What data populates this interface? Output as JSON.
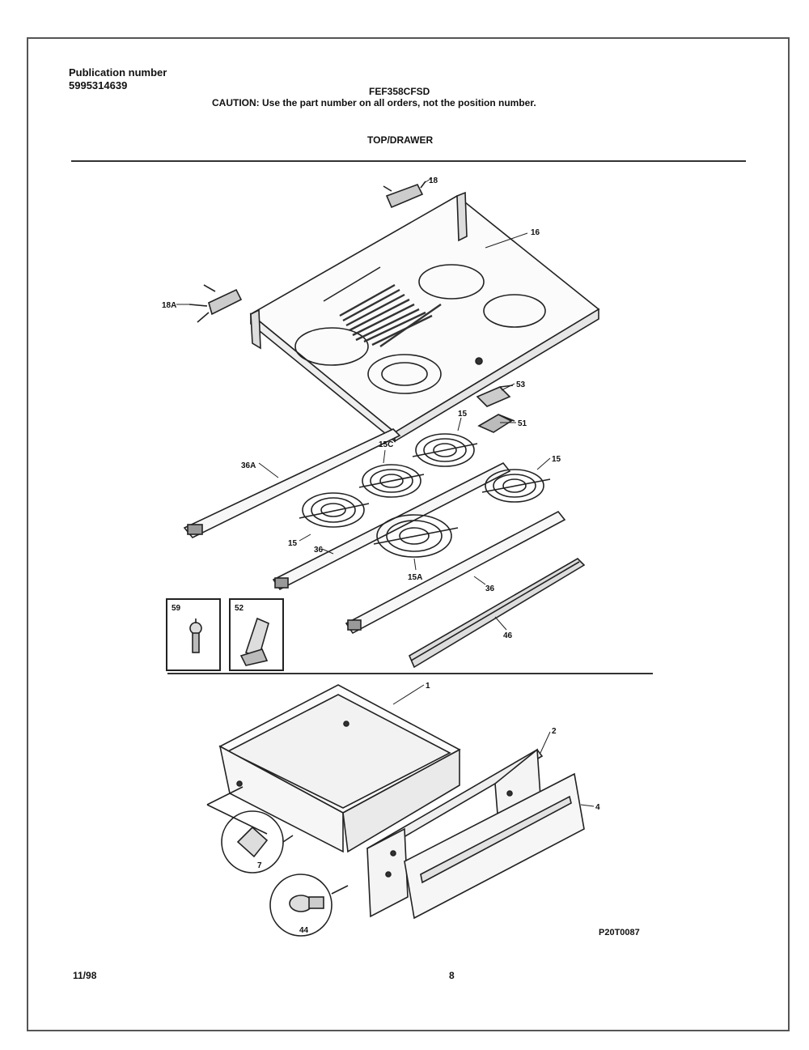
{
  "header": {
    "publication_label": "Publication number",
    "publication_number": "5995314639",
    "model": "FEF358CFSD",
    "caution": "CAUTION: Use the part number on all orders, not the position number.",
    "section_title": "TOP/DRAWER"
  },
  "labels": {
    "p18": "18",
    "p16": "16",
    "p18a": "18A",
    "p53": "53",
    "p15_top": "15",
    "p51": "51",
    "p15c": "15C",
    "p36a": "36A",
    "p15_right": "15",
    "p15_left": "15",
    "p36_left": "36",
    "p15a": "15A",
    "p36_right": "36",
    "p46": "46",
    "inset_59": "59",
    "inset_52": "52",
    "p1": "1",
    "p2": "2",
    "p4": "4",
    "p7": "7",
    "p44": "44"
  },
  "footer": {
    "figure_code": "P20T0087",
    "date": "11/98",
    "page": "8"
  }
}
